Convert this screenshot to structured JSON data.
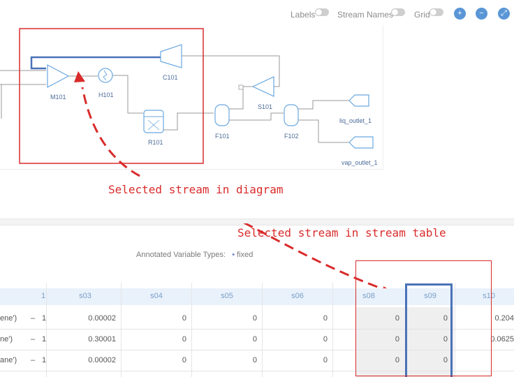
{
  "toolbar": {
    "labels_toggle": "Labels",
    "stream_names_toggle": "Stream Names",
    "grid_toggle": "Grid",
    "zoom_in_icon": "zoom-in-icon",
    "zoom_out_icon": "zoom-out-icon",
    "fit_icon": "fit-screen-icon"
  },
  "diagram": {
    "units": {
      "mixer": "M101",
      "heater": "H101",
      "compressor": "C101",
      "reactor": "R101",
      "flash1": "F101",
      "split": "S101",
      "flash2": "F102",
      "liq_outlet": "liq_outlet_1",
      "vap_outlet": "vap_outlet_1"
    },
    "annotation_diagram": "Selected stream in diagram",
    "annotation_table": "Selected stream in stream table",
    "highlight_color": "#d92b2b",
    "selected_stream_color": "#4a72b8"
  },
  "stream_table": {
    "annotated_types_label": "Annotated Variable Types:",
    "fixed_label": "fixed",
    "index_col": "1",
    "headers": [
      "s03",
      "s04",
      "s05",
      "s06",
      "s08",
      "s09",
      "s10"
    ],
    "rows": [
      {
        "label": "ene')",
        "dash": "–",
        "idx": "1",
        "values": [
          "0.00002",
          "0",
          "0",
          "0",
          "0",
          "0",
          "0.204"
        ]
      },
      {
        "label": "ne')",
        "dash": "–",
        "idx": "1",
        "values": [
          "0.30001",
          "0",
          "0",
          "0",
          "0",
          "0",
          "0.0625"
        ]
      },
      {
        "label": "ane')",
        "dash": "–",
        "idx": "1",
        "values": [
          "0.00002",
          "0",
          "0",
          "0",
          "0",
          "0",
          ""
        ]
      }
    ]
  }
}
